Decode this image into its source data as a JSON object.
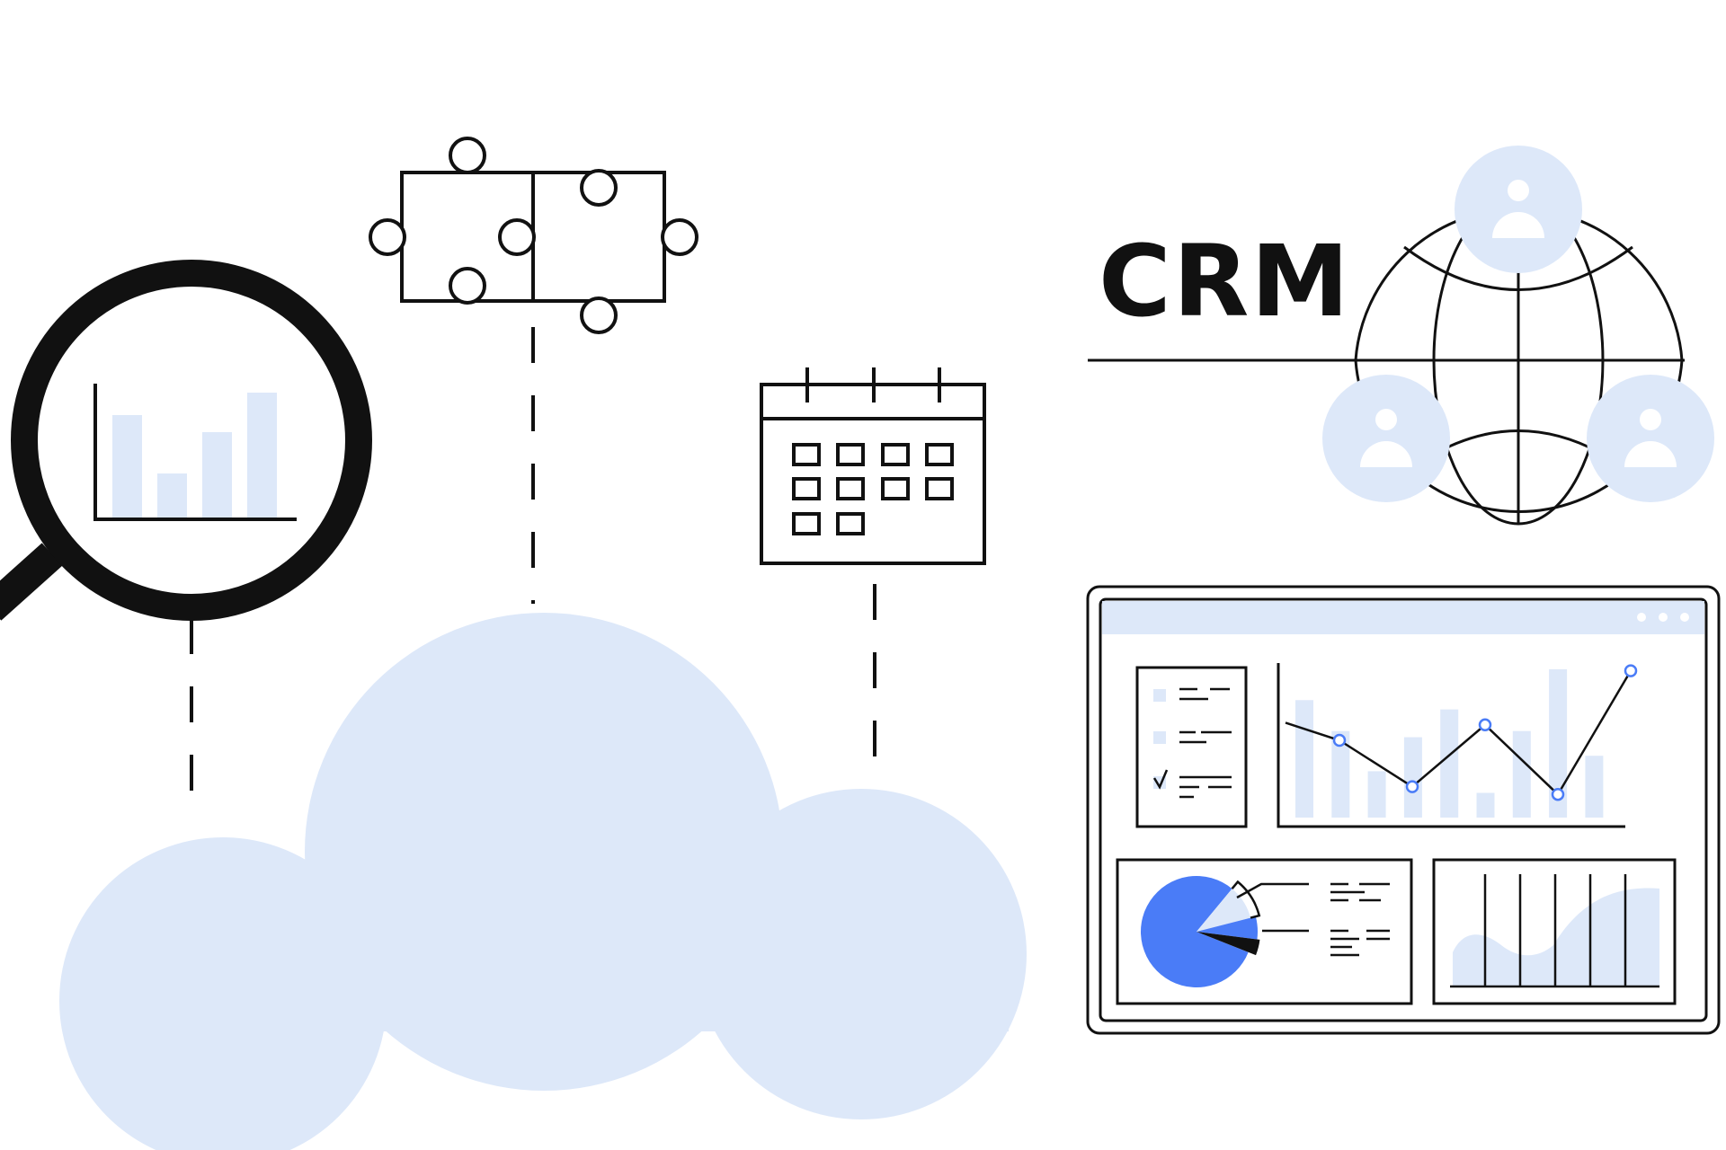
{
  "heading": {
    "text": "CRM"
  },
  "colors": {
    "stroke": "#111111",
    "light_fill": "#dde8f9",
    "accent": "#4a7cf7",
    "background": "#ffffff"
  },
  "icons": [
    "magnifier-icon",
    "puzzle-icon",
    "calendar-icon",
    "cloud-icon",
    "globe-icon",
    "user-icon",
    "dashboard-window-icon",
    "checklist-icon",
    "bar-line-chart-icon",
    "pie-chart-icon",
    "area-chart-icon"
  ],
  "dashboard": {
    "bar_chart": {
      "type": "bar",
      "bars": [
        0.76,
        0.56,
        0.3,
        0.52,
        0.7,
        0.16,
        0.56,
        0.96,
        0.4
      ],
      "line": [
        0.5,
        0.2,
        0.6,
        0.15,
        0.95
      ]
    },
    "pie_chart": {
      "type": "pie",
      "slices": [
        0.8,
        0.1,
        0.06,
        0.04
      ]
    }
  }
}
